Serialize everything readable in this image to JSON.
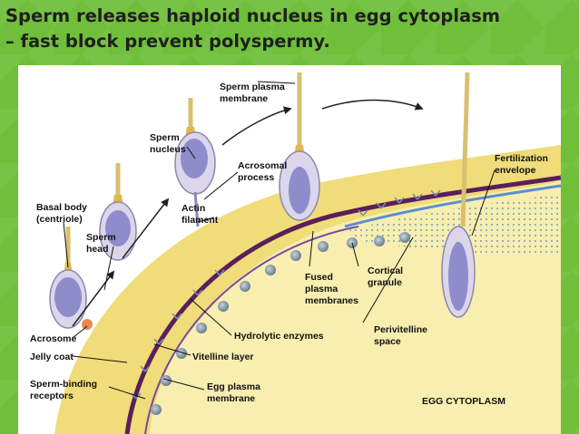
{
  "slide": {
    "title_line1": "Sperm releases haploid nucleus in egg cytoplasm",
    "title_line2": "– fast block prevent polyspermy."
  },
  "diagram": {
    "labels": {
      "sperm_plasma_membrane_1": "Sperm plasma",
      "sperm_plasma_membrane_2": "membrane",
      "sperm_nucleus_1": "Sperm",
      "sperm_nucleus_2": "nucleus",
      "acrosomal_process_1": "Acrosomal",
      "acrosomal_process_2": "process",
      "actin_filament_1": "Actin",
      "actin_filament_2": "filament",
      "basal_body_1": "Basal body",
      "basal_body_2": "(centriole)",
      "sperm_head_1": "Sperm",
      "sperm_head_2": "head",
      "fertilization_envelope_1": "Fertilization",
      "fertilization_envelope_2": "envelope",
      "cortical_granule_1": "Cortical",
      "cortical_granule_2": "granule",
      "fused_membranes_1": "Fused",
      "fused_membranes_2": "plasma",
      "fused_membranes_3": "membranes",
      "perivitelline_1": "Perivitelline",
      "perivitelline_2": "space",
      "acrosome": "Acrosome",
      "hydrolytic_enzymes": "Hydrolytic enzymes",
      "jelly_coat": "Jelly coat",
      "vitelline_layer": "Vitelline layer",
      "sperm_binding_1": "Sperm-binding",
      "sperm_binding_2": "receptors",
      "egg_plasma_membrane_1": "Egg plasma",
      "egg_plasma_membrane_2": "membrane",
      "egg_cytoplasm": "EGG CYTOPLASM"
    },
    "colors": {
      "background": "#6fbf3a",
      "cytoplasm": "#f7eeb0",
      "jelly_coat": "#f0dc78",
      "vitelline_layer": "#5a1f5a",
      "sperm_head": "#dcd6ea",
      "sperm_nucleus": "#8f8ccc",
      "cortical_granule": "#7a8c9c"
    }
  }
}
